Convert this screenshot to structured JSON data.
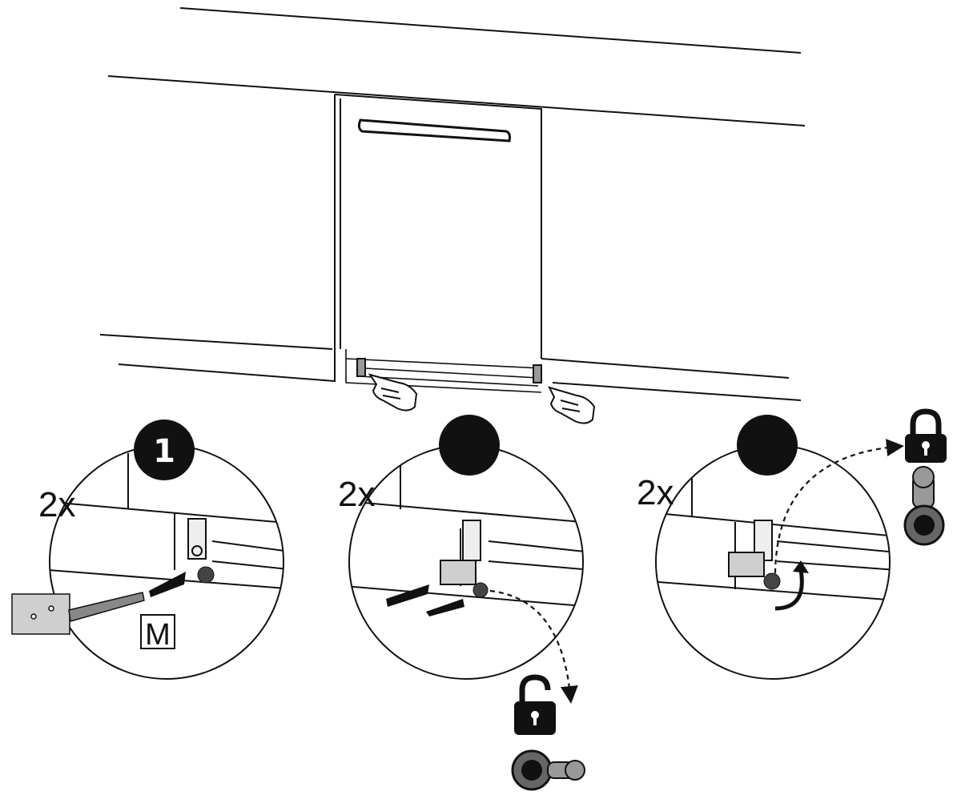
{
  "steps": [
    {
      "number": "1",
      "count": "2x",
      "tool_label": "M"
    },
    {
      "number": "",
      "count": "2x"
    },
    {
      "number": "",
      "count": "2x"
    }
  ],
  "icons": {
    "step2_result": "unlocked-padlock-icon",
    "step3_result": "locked-padlock-icon"
  },
  "colors": {
    "ink": "#111111",
    "panel": "#d9d9d9",
    "background": "#ffffff"
  }
}
